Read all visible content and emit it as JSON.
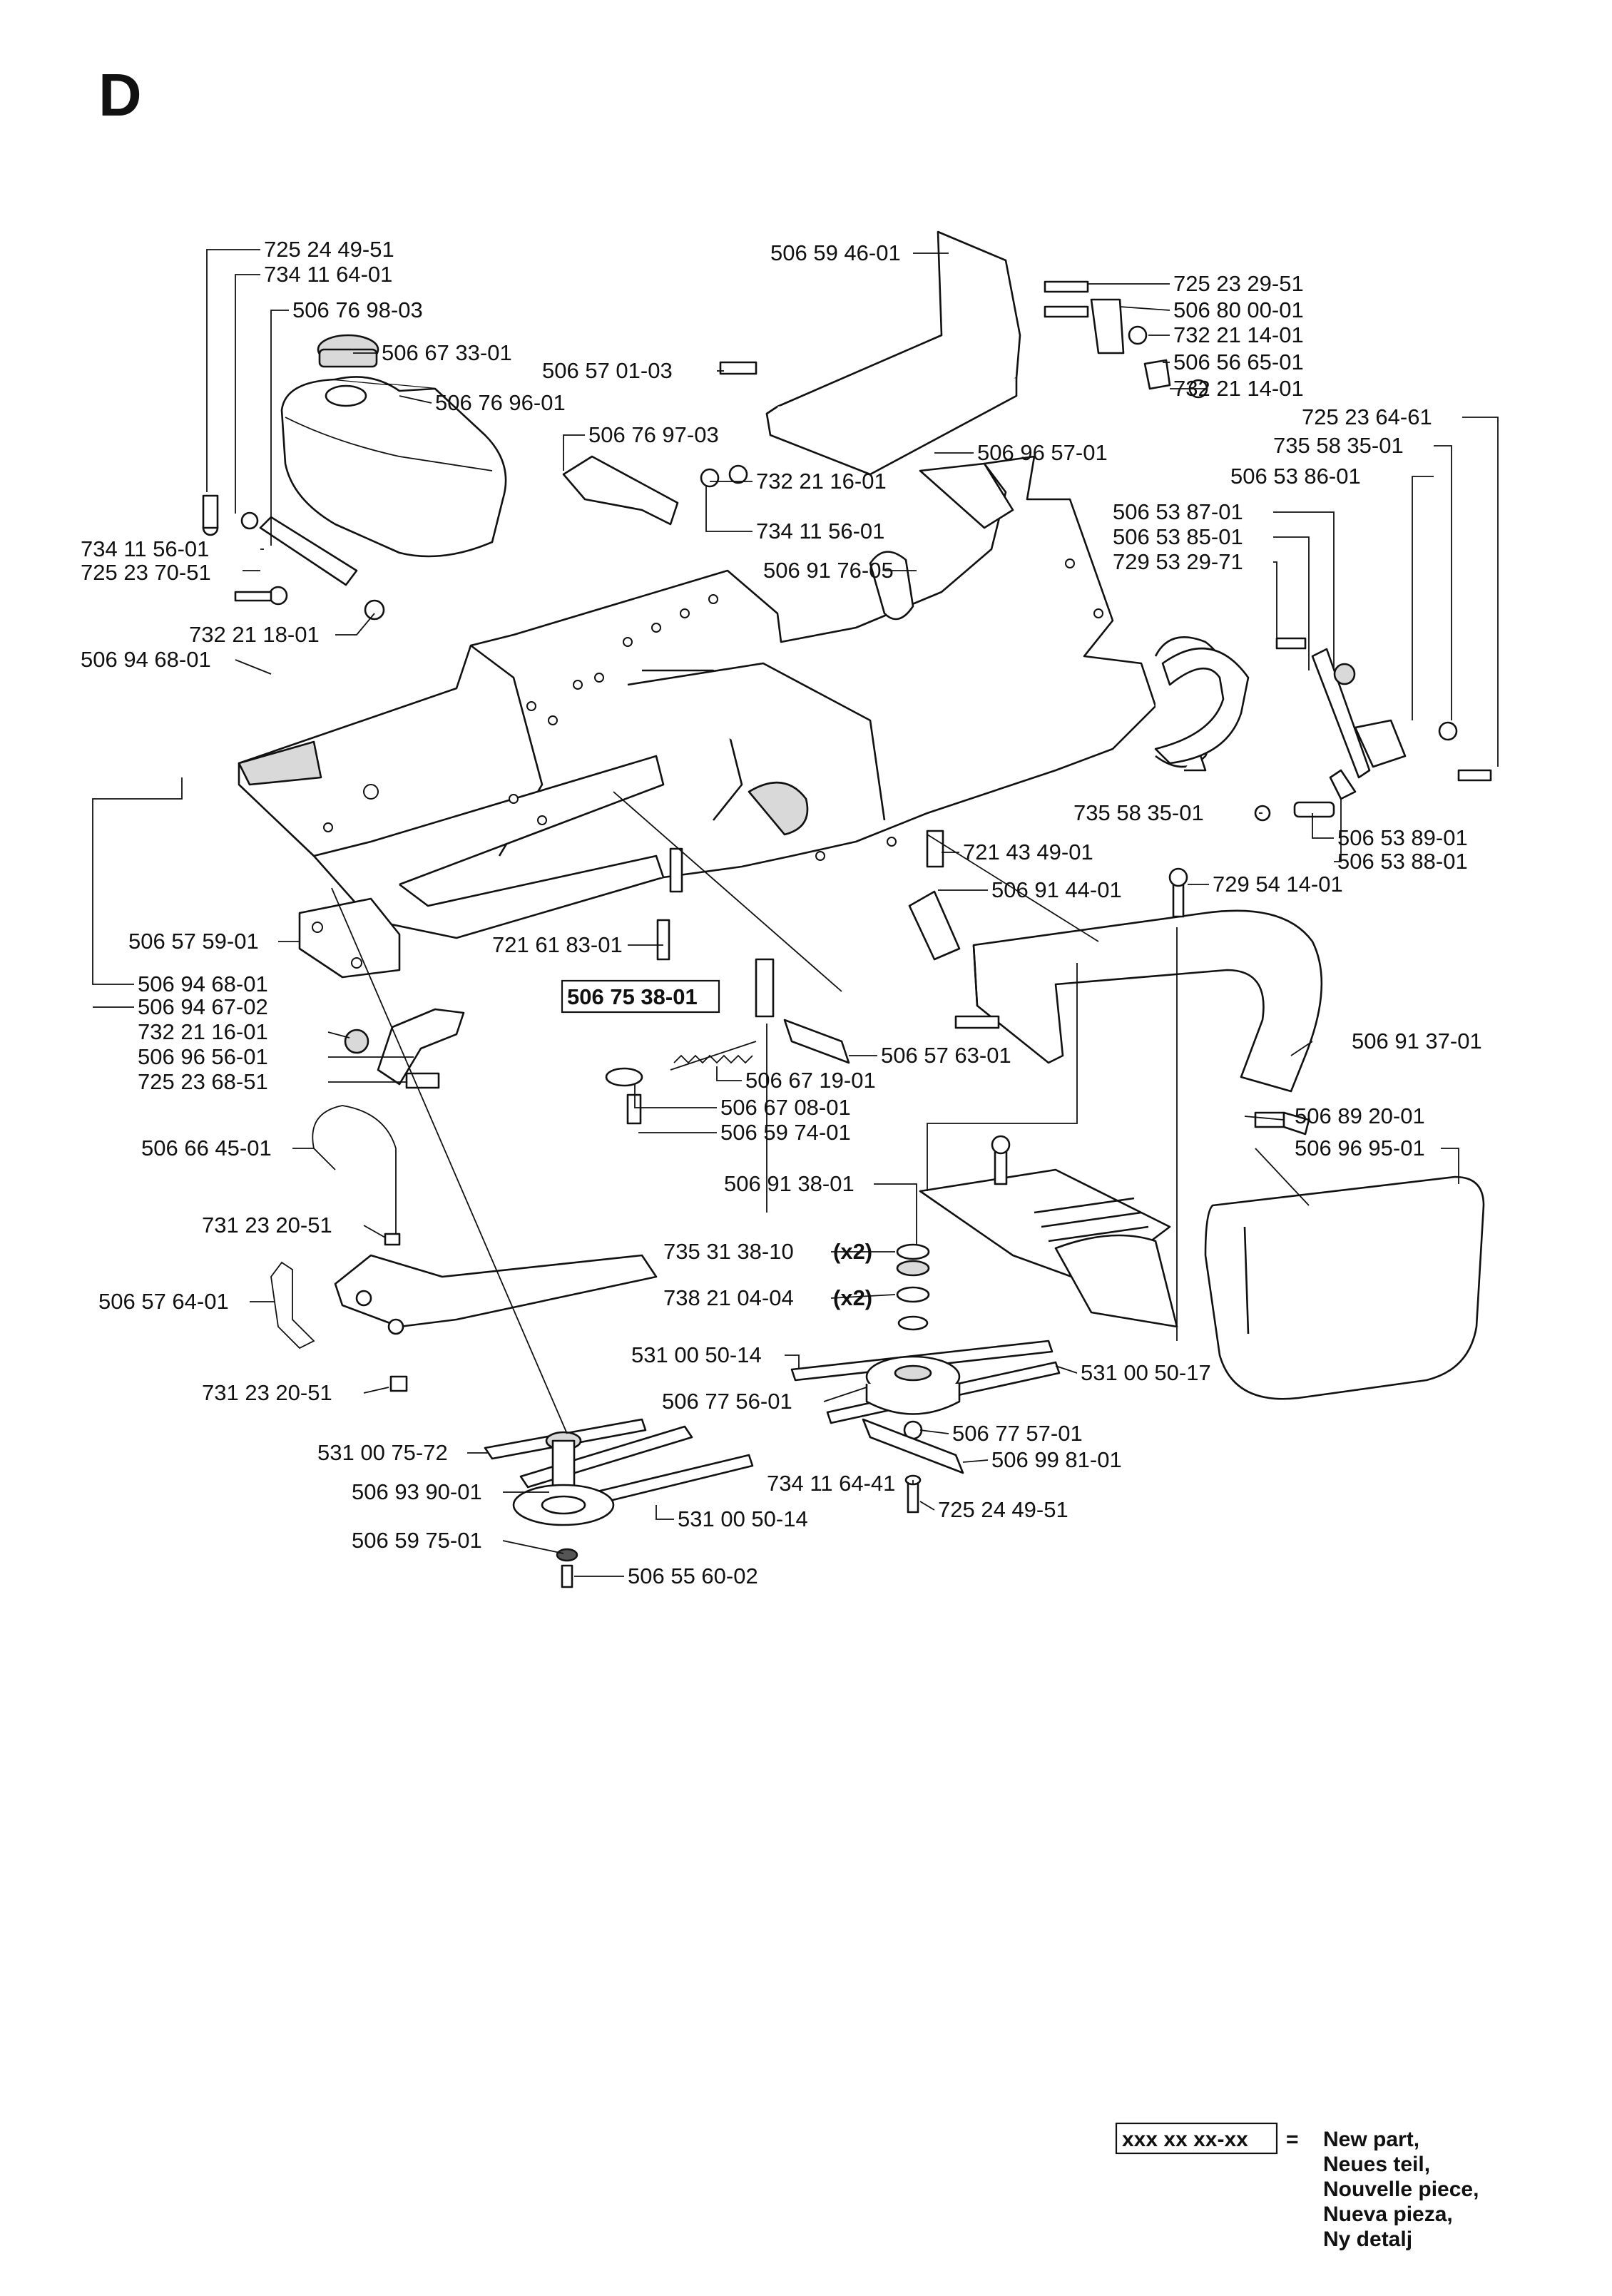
{
  "sheet_letter": "D",
  "highlighted_part": "506 75 38-01",
  "callouts": [
    "725 24 49-51",
    "734 11 64-01",
    "506 76 98-03",
    "506 67 33-01",
    "506 76 96-01",
    "506 59 46-01",
    "506 57 01-03",
    "725 23 29-51",
    "506 80 00-01",
    "732 21 14-01",
    "506 56 65-01",
    "732 21 14-01",
    "725 23 64-61",
    "506 76 97-03",
    "506 96 57-01",
    "735 58 35-01",
    "506 53 86-01",
    "732 21 16-01",
    "734 11 56-01",
    "734 11 56-01",
    "725 23 70-51",
    "506 53 87-01",
    "506 53 85-01",
    "729 53 29-71",
    "506 91 76-05",
    "732 21 18-01",
    "506 94 68-01",
    "735 58 35-01",
    "506 53 89-01",
    "506 53 88-01",
    "721 43 49-01",
    "506 91 44-01",
    "729 54 14-01",
    "506 57 59-01",
    "721 61 83-01",
    "506 94 68-01",
    "506 94 67-02",
    "732 21 16-01",
    "506 96 56-01",
    "725 23 68-51",
    "506 57 63-01",
    "506 67 19-01",
    "506 91 37-01",
    "506 67 08-01",
    "506 59 74-01",
    "506 89 20-01",
    "506 66 45-01",
    "506 91 38-01",
    "506 96 95-01",
    "731 23 20-51",
    "735 31 38-10",
    "738 21 04-04",
    "506 57 64-01",
    "531 00 50-14",
    "531 00 50-17",
    "731 23 20-51",
    "506 77 56-01",
    "506 77 57-01",
    "531 00 75-72",
    "506 99 81-01",
    "734 11 64-41",
    "506 93 90-01",
    "725 24 49-51",
    "531 00 50-14",
    "506 59 75-01",
    "506 55 60-02"
  ],
  "qty_x2": "(x2)",
  "legend": {
    "code": "xxx xx xx-xx",
    "equals": "=",
    "lines": [
      "New part,",
      "Neues teil,",
      "Nouvelle piece,",
      "Nueva pieza,",
      "Ny detalj"
    ]
  }
}
